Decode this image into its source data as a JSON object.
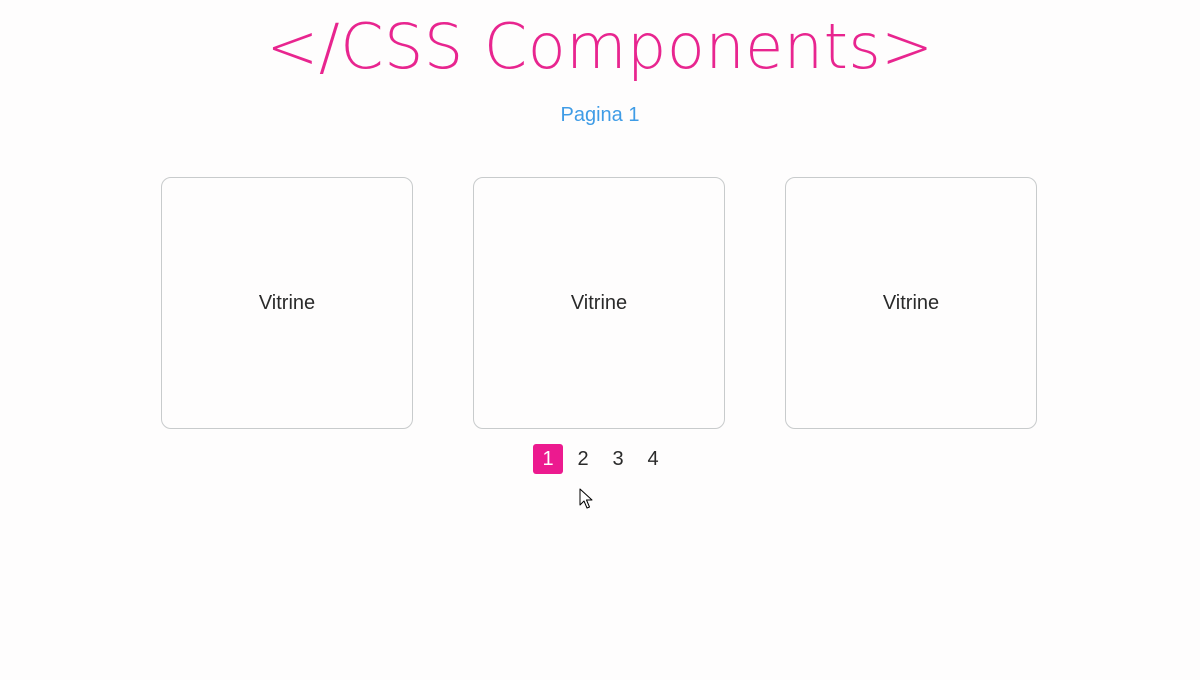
{
  "header": {
    "title": "</CSS Components>",
    "subtitle": "Pagina 1"
  },
  "cards": [
    {
      "label": "Vitrine"
    },
    {
      "label": "Vitrine"
    },
    {
      "label": "Vitrine"
    }
  ],
  "pagination": {
    "pages": [
      "1",
      "2",
      "3",
      "4"
    ],
    "active": "1"
  },
  "colors": {
    "title": "#e8258f",
    "subtitle": "#3f9ce6",
    "active_page_bg": "#ec1a8f",
    "card_border": "#c8cbcc",
    "text": "#2a2a2a"
  },
  "cursor": {
    "icon": "arrow-pointer-icon"
  }
}
